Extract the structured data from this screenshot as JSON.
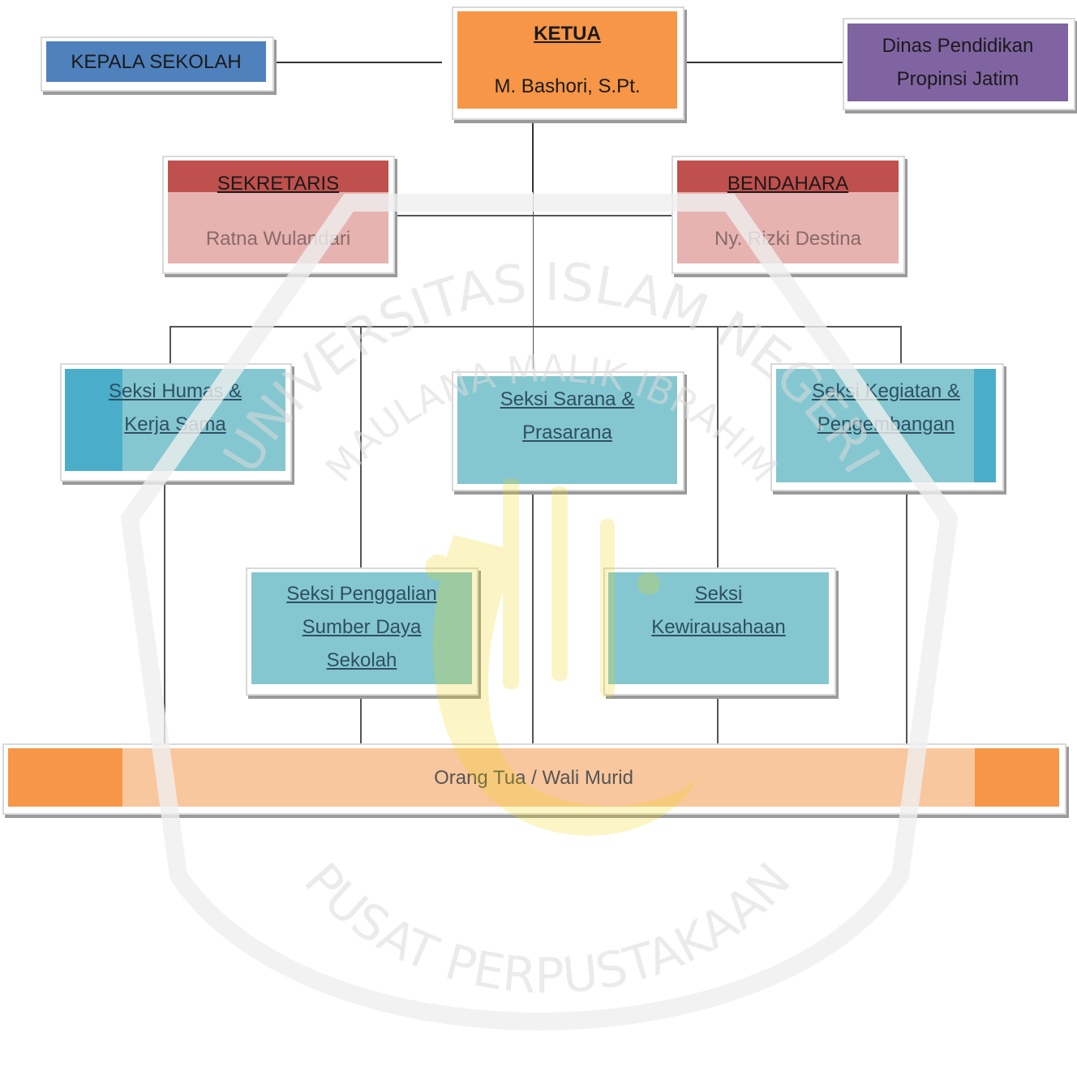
{
  "colors": {
    "ketua": "#f79646",
    "kepala": "#4f81bd",
    "dinas": "#8064a2",
    "header_red": "#c0504d",
    "body_red": "#e6b3b1",
    "teal": "#84c7d0",
    "teal_dark": "#4aaecb",
    "bar_orange": "#f79646",
    "bar_light": "#f9c79e"
  },
  "watermark": {
    "top_text": "UNIVERSITAS ISLAM NEGERI",
    "middle_text": "MAULANA MALIK IBRAHIM",
    "bottom_text": "PUSAT PERPUSTAKAAN"
  },
  "nodes": {
    "ketua": {
      "title": "KETUA",
      "name": "M. Bashori, S.Pt."
    },
    "kepala": {
      "label": "KEPALA SEKOLAH"
    },
    "dinas": {
      "line1": "Dinas Pendidikan",
      "line2": "Propinsi Jatim"
    },
    "sekretaris": {
      "title": "SEKRETARIS",
      "name": "Ratna Wulandari"
    },
    "bendahara": {
      "title": "BENDAHARA",
      "name": "Ny. Rizki Destina"
    },
    "humas": {
      "line1": "Seksi Humas &",
      "line2": "Kerja Sama"
    },
    "sarana": {
      "line1": "Seksi Sarana &",
      "line2": "Prasarana"
    },
    "kegiatan": {
      "line1": "Seksi Kegiatan &",
      "line2": "Pengembangan"
    },
    "penggalian": {
      "line1": "Seksi Penggalian",
      "line2": "Sumber Daya",
      "line3": "Sekolah"
    },
    "kewirausahaan": {
      "line1": "Seksi",
      "line2": "Kewirausahaan"
    },
    "ortu": {
      "label": "Orang Tua / Wali Murid"
    }
  }
}
